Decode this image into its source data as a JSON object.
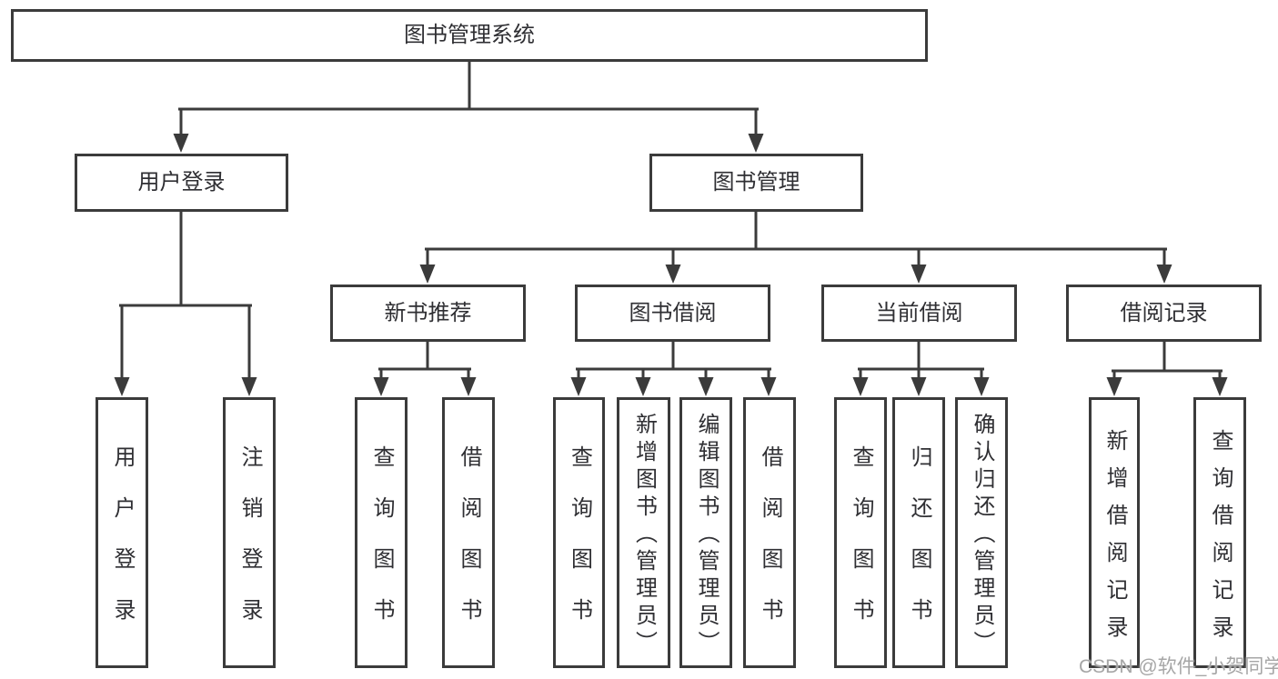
{
  "nodes": {
    "root": "图书管理系统",
    "login": "用户登录",
    "mgmt": "图书管理",
    "newbook": "新书推荐",
    "borrow": "图书借阅",
    "current": "当前借阅",
    "records": "借阅记录",
    "leaf_login_user": "用户登录",
    "leaf_login_logout": "注销登录",
    "leaf_new_query": "查询图书",
    "leaf_new_borrow": "借阅图书",
    "leaf_borrow_query": "查询图书",
    "leaf_borrow_add": "新增图书（管理员）",
    "leaf_borrow_edit": "编辑图书（管理员）",
    "leaf_borrow_borrow": "借阅图书",
    "leaf_cur_query": "查询图书",
    "leaf_cur_return": "归还图书",
    "leaf_cur_confirm": "确认归还（管理员）",
    "leaf_rec_add": "新增借阅记录",
    "leaf_rec_query": "查询借阅记录"
  },
  "watermark": "CSDN @软件_小贺同学",
  "colors": {
    "line": "#3b3b3b",
    "text": "#2f2f33",
    "background": "#ffffff",
    "watermark": "#a6a6a6"
  }
}
